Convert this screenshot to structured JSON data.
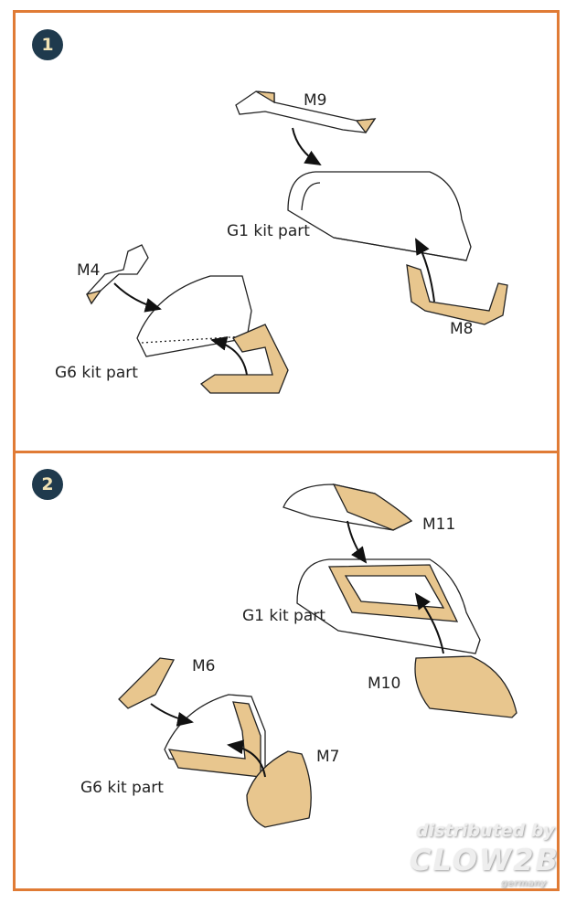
{
  "steps": [
    {
      "number": "1",
      "labels": {
        "m9": "M9",
        "g1": "G1 kit part",
        "m4": "M4",
        "m8": "M8",
        "g6": "G6 kit part"
      }
    },
    {
      "number": "2",
      "labels": {
        "m11": "M11",
        "g1": "G1 kit part",
        "m6": "M6",
        "m10": "M10",
        "m7": "M7",
        "g6": "G6 kit part"
      }
    }
  ],
  "watermark": {
    "line1": "distributed by",
    "line2": "CLOW2B",
    "line3": "germany"
  },
  "colors": {
    "frame": "#e07b35",
    "badge": "#1f3a4d",
    "mask": "#e8c68e"
  }
}
